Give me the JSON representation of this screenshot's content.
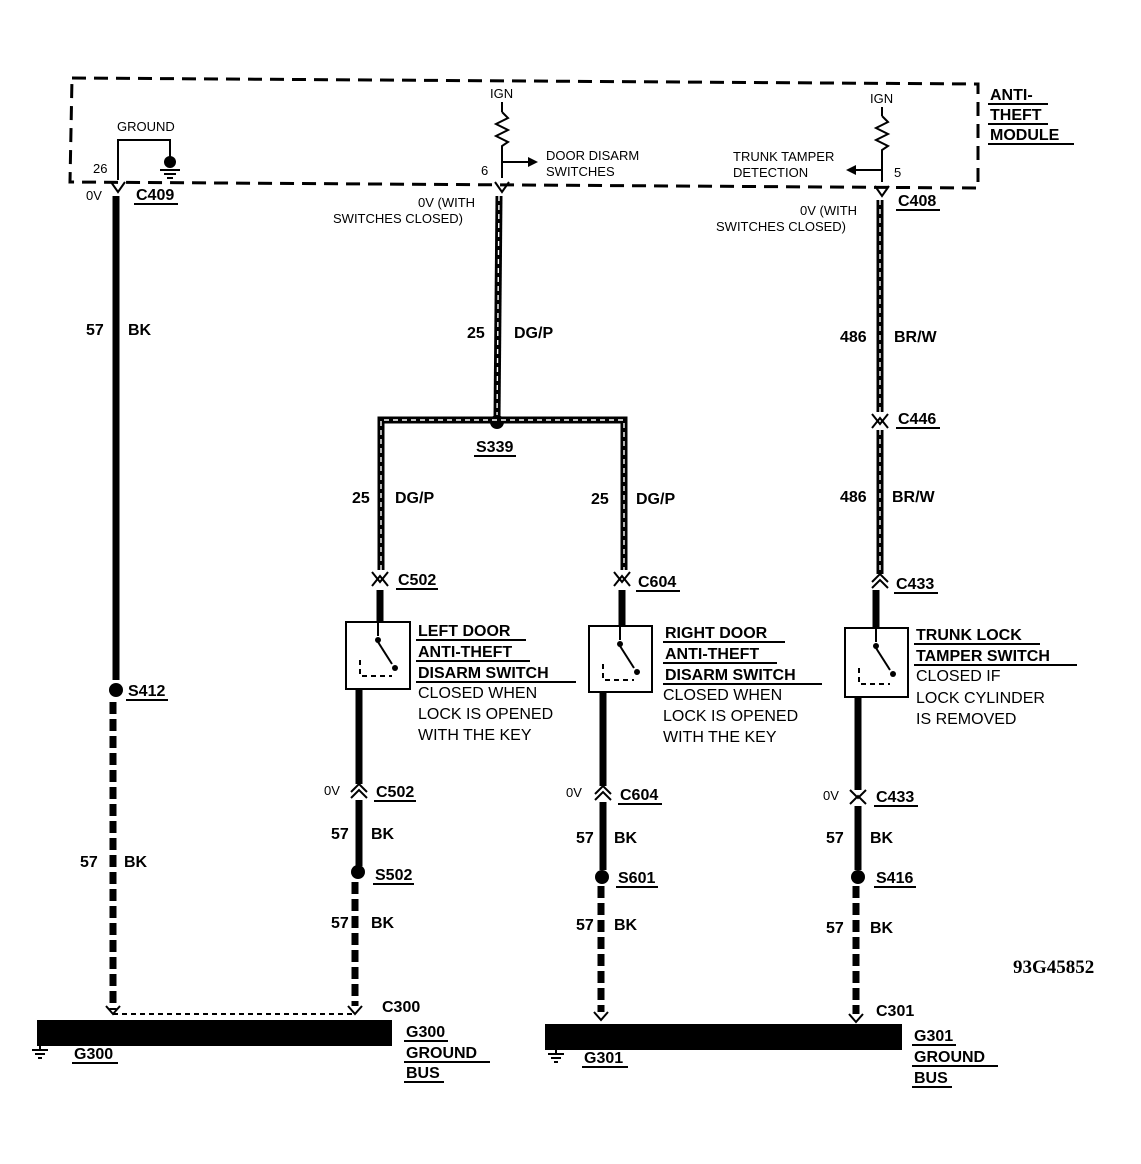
{
  "module": {
    "title_line1": "ANTI-",
    "title_line2": "THEFT",
    "title_line3": "MODULE",
    "ground_label": "GROUND",
    "ign_left": "IGN",
    "ign_right": "IGN",
    "pin_26": "26",
    "pin_6": "6",
    "pin_5": "5",
    "door_disarm_line1": "DOOR DISARM",
    "door_disarm_line2": "SWITCHES",
    "trunk_tamper_line1": "TRUNK TAMPER",
    "trunk_tamper_line2": "DETECTION"
  },
  "left_circuit": {
    "voltage": "0V",
    "connector": "C409",
    "wire_top_num": "57",
    "wire_top_color": "BK",
    "splice": "S412",
    "wire_bottom_num": "57",
    "wire_bottom_color": "BK"
  },
  "center_circuit": {
    "voltage_line1": "0V (WITH",
    "voltage_line2": "SWITCHES CLOSED)",
    "wire_num": "25",
    "wire_color": "DG/P",
    "splice": "S339"
  },
  "left_door": {
    "wire_num": "25",
    "wire_color": "DG/P",
    "connector_top": "C502",
    "switch_line1": "LEFT DOOR",
    "switch_line2": "ANTI-THEFT",
    "switch_line3": "DISARM SWITCH",
    "note_line1": "CLOSED WHEN",
    "note_line2": "LOCK IS OPENED",
    "note_line3": "WITH THE KEY",
    "voltage": "0V",
    "connector_bottom": "C502",
    "ground_wire1_num": "57",
    "ground_wire1_color": "BK",
    "splice": "S502",
    "ground_wire2_num": "57",
    "ground_wire2_color": "BK"
  },
  "right_door": {
    "wire_num": "25",
    "wire_color": "DG/P",
    "connector_top": "C604",
    "switch_line1": "RIGHT DOOR",
    "switch_line2": "ANTI-THEFT",
    "switch_line3": "DISARM SWITCH",
    "note_line1": "CLOSED WHEN",
    "note_line2": "LOCK IS OPENED",
    "note_line3": "WITH THE KEY",
    "voltage": "0V",
    "connector_bottom": "C604",
    "ground_wire1_num": "57",
    "ground_wire1_color": "BK",
    "splice": "S601",
    "ground_wire2_num": "57",
    "ground_wire2_color": "BK"
  },
  "trunk": {
    "voltage_line1": "0V (WITH",
    "voltage_line2": "SWITCHES CLOSED)",
    "connector_module": "C408",
    "wire1_num": "486",
    "wire1_color": "BR/W",
    "connector_mid": "C446",
    "wire2_num": "486",
    "wire2_color": "BR/W",
    "connector_top": "C433",
    "switch_line1": "TRUNK LOCK",
    "switch_line2": "TAMPER SWITCH",
    "note_line1": "CLOSED IF",
    "note_line2": "LOCK CYLINDER",
    "note_line3": "IS REMOVED",
    "voltage": "0V",
    "connector_bottom": "C433",
    "ground_wire1_num": "57",
    "ground_wire1_color": "BK",
    "splice": "S416",
    "ground_wire2_num": "57",
    "ground_wire2_color": "BK"
  },
  "ground_g300": {
    "connector": "C300",
    "ground_id": "G300",
    "line1": "G300",
    "line2": "GROUND",
    "line3": "BUS"
  },
  "ground_g301": {
    "connector": "C301",
    "ground_id": "G301",
    "line1": "G301",
    "line2": "GROUND",
    "line3": "BUS"
  },
  "figure_code": "93G45852"
}
